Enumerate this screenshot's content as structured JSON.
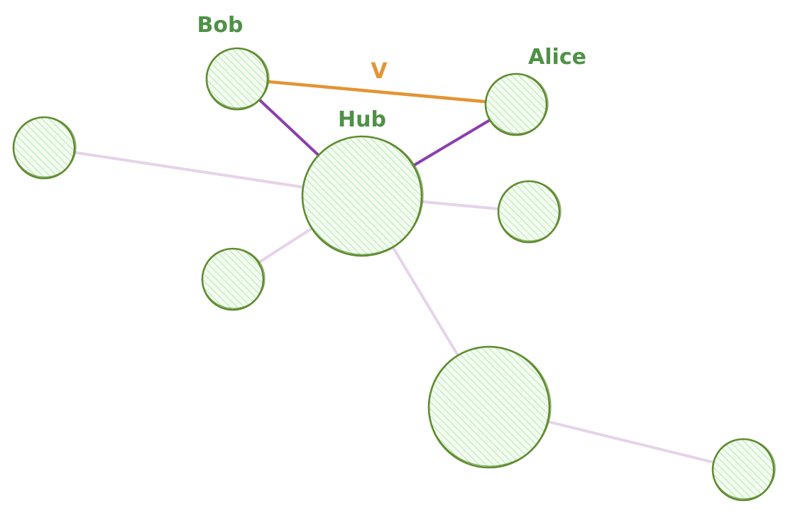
{
  "diagram": {
    "colors": {
      "node_stroke": "#5f8c2f",
      "node_fill": "#c9efc4",
      "node_label": "#4f9146",
      "edge_faint": "#e6d3ea",
      "edge_strong": "#8a3fae",
      "edge_highlight": "#e39434"
    },
    "nodes": [
      {
        "id": "hub",
        "label": "Hub"
      },
      {
        "id": "bob",
        "label": "Bob"
      },
      {
        "id": "alice",
        "label": "Alice"
      },
      {
        "id": "left",
        "label": ""
      },
      {
        "id": "right",
        "label": ""
      },
      {
        "id": "lower-left",
        "label": ""
      },
      {
        "id": "big-bottom",
        "label": ""
      },
      {
        "id": "far-bottom-right",
        "label": ""
      }
    ],
    "edges": [
      {
        "id": "bob-alice",
        "from": "bob",
        "to": "alice",
        "style": "highlight",
        "label": "V"
      },
      {
        "id": "bob-hub",
        "from": "bob",
        "to": "hub",
        "style": "strong",
        "label": ""
      },
      {
        "id": "alice-hub",
        "from": "alice",
        "to": "hub",
        "style": "strong",
        "label": ""
      },
      {
        "id": "left-hub",
        "from": "left",
        "to": "hub",
        "style": "faint",
        "label": ""
      },
      {
        "id": "right-hub",
        "from": "right",
        "to": "hub",
        "style": "faint",
        "label": ""
      },
      {
        "id": "lower-left-hub",
        "from": "lower-left",
        "to": "hub",
        "style": "faint",
        "label": ""
      },
      {
        "id": "big-bottom-hub",
        "from": "big-bottom",
        "to": "hub",
        "style": "faint",
        "label": ""
      },
      {
        "id": "big-bottom-far",
        "from": "big-bottom",
        "to": "far-bottom-right",
        "style": "faint",
        "label": ""
      }
    ]
  }
}
